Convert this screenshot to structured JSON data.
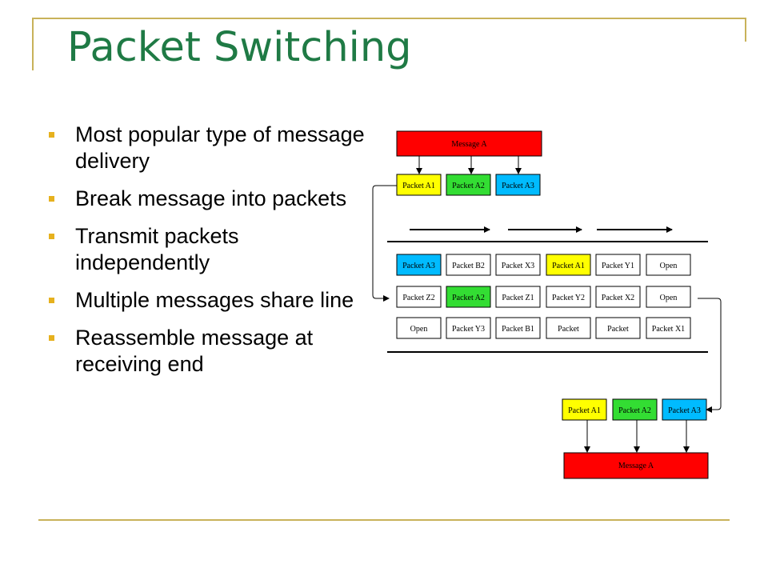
{
  "slide": {
    "title": "Packet Switching",
    "bullets": [
      "Most popular type of message delivery",
      "Break message into packets",
      "Transmit packets independently",
      "Multiple messages share line",
      "Reassemble message at receiving end"
    ]
  },
  "colors": {
    "title": "#1f7a45",
    "frame": "#c8b25a",
    "bullet": "#e6b11e",
    "message": "#ff0000",
    "yellow": "#ffff00",
    "green": "#33dd33",
    "blue": "#00bbff"
  },
  "diagram": {
    "source_message": "Message A",
    "source_packets": [
      "Packet A1",
      "Packet A2",
      "Packet A3"
    ],
    "line_grid": [
      [
        "Packet A3",
        "Packet B2",
        "Packet X3",
        "Packet A1",
        "Packet Y1",
        "Open"
      ],
      [
        "Packet Z2",
        "Packet A2",
        "Packet Z1",
        "Packet Y2",
        "Packet X2",
        "Open"
      ],
      [
        "Open",
        "Packet Y3",
        "Packet B1",
        "Packet",
        "Packet",
        "Packet X1"
      ]
    ],
    "dest_packets": [
      "Packet A1",
      "Packet A2",
      "Packet A3"
    ],
    "dest_message": "Message A"
  }
}
